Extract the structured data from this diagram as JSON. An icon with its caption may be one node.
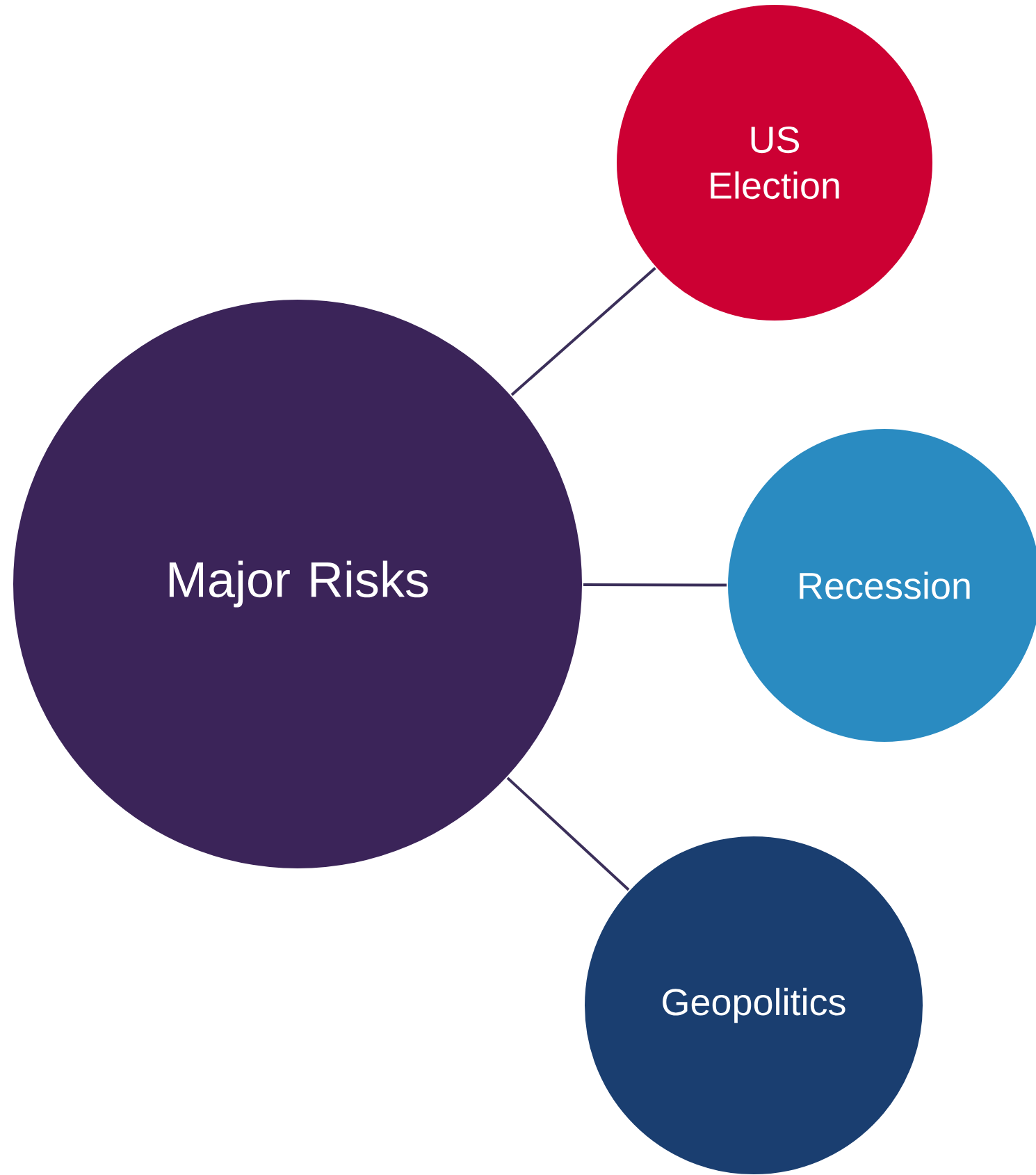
{
  "diagram": {
    "nodes": [
      {
        "text": [
          "Major Risks"
        ]
      },
      {
        "text": [
          "US Election"
        ]
      },
      {
        "text": [
          "Recession"
        ]
      },
      {
        "text": [
          "Geopolitics"
        ]
      }
    ],
    "edges": [
      {
        "from": 0,
        "to": 1,
        "arrow": "none"
      },
      {
        "from": 0,
        "to": 2,
        "arrow": "none"
      },
      {
        "from": 0,
        "to": 3,
        "arrow": "none"
      }
    ]
  }
}
